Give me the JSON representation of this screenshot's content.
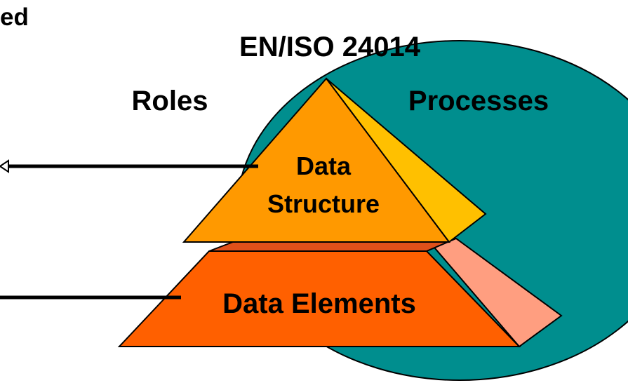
{
  "diagram": {
    "partial_heading": "ed",
    "standard": "EN/ISO 24014",
    "roles": "Roles",
    "processes": "Processes",
    "data_structure_line1": "Data",
    "data_structure_line2": "Structure",
    "data_elements": "Data Elements"
  },
  "colors": {
    "ellipse": "#008E8E",
    "pyramid_front": "#FF9900",
    "pyramid_side": "#FFC000",
    "base_front": "#FF6000",
    "base_top": "#E0501A",
    "base_side": "#FF9E80",
    "outline": "#000000"
  }
}
